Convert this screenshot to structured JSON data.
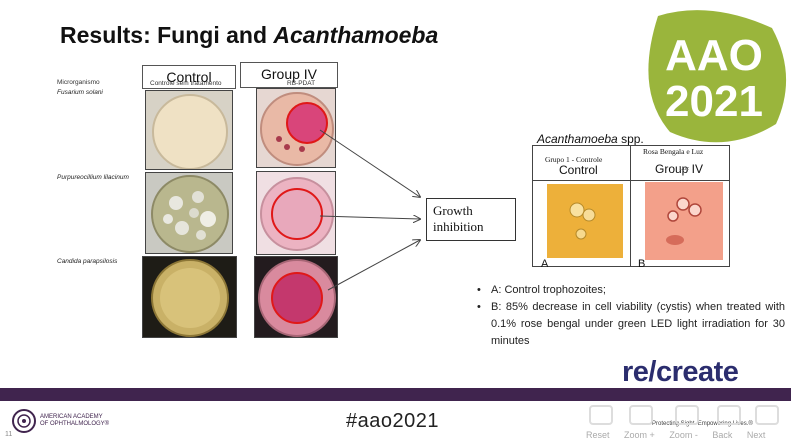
{
  "slide": {
    "title_plain": "Results: Fungi and ",
    "title_italic": "Acanthamoeba",
    "page_number": "11"
  },
  "badge": {
    "line1": "AAO",
    "line2": "2021",
    "color": "#9ab53c"
  },
  "fungi": {
    "col_control": "Control",
    "col_group": "Group IV",
    "label_microorganism": "Microrganismo",
    "label_control_sub": "Controle sem tratamento",
    "label_group_sub": "RB-PDAT",
    "organisms": [
      "Fusarium solani",
      "Purpureocillium lilacinum",
      "Candida parapsilosis"
    ]
  },
  "growth_box": {
    "line1": "Growth",
    "line2": "inhibition"
  },
  "acanthamoeba": {
    "title_italic": "Acanthamoeba",
    "title_rest": " spp.",
    "header_left_sub": "Grupo 1 - Controle",
    "header_left": "Control",
    "header_right_sub": "Rosa Bengala e Luz",
    "header_right": "Group IV",
    "header_right_overlap": "Luz",
    "panel_a": "A",
    "panel_b": "B"
  },
  "bullets": [
    "A: Control trophozoites;",
    "B: 85% decrease in cell viability (cystis) when treated with 0.1% rose bengal under green LED light irradiation for 30 minutes"
  ],
  "footer": {
    "org_line1": "AMERICAN ACADEMY",
    "org_line2": "OF OPHTHALMOLOGY®",
    "hashtag": "#aao2021",
    "brand": "re/create",
    "tagline": "Protecting Sight. Empowering Lives.®",
    "nav": [
      "Reset",
      "Zoom +",
      "Zoom -",
      "Back",
      "Next"
    ],
    "bar_color": "#40244e"
  }
}
